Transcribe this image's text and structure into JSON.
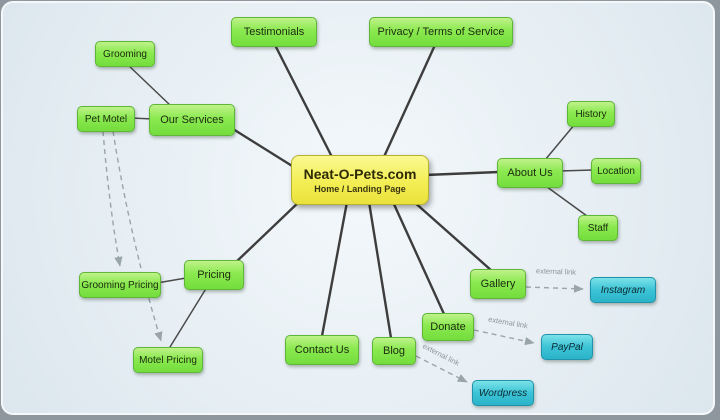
{
  "center": {
    "title": "Neat-O-Pets.com",
    "subtitle": "Home / Landing Page"
  },
  "nodes": {
    "testimonials": "Testimonials",
    "privacy": "Privacy / Terms of Service",
    "grooming": "Grooming",
    "pet_motel": "Pet Motel",
    "our_services": "Our Services",
    "about_us": "About Us",
    "history": "History",
    "location": "Location",
    "staff": "Staff",
    "gallery": "Gallery",
    "instagram": "Instagram",
    "pricing": "Pricing",
    "grooming_pricing": "Grooming Pricing",
    "motel_pricing": "Motel Pricing",
    "donate": "Donate",
    "paypal": "PayPal",
    "contact_us": "Contact Us",
    "blog": "Blog",
    "wordpress": "Wordpress"
  },
  "labels": {
    "external_link": "external link"
  },
  "colors": {
    "green_node": "#86e457",
    "teal_node": "#3cc3d6",
    "center_node": "#f3ee54",
    "edge": "#3d3d3d",
    "dashed_edge": "#9aa4ab",
    "background": "#e7eff4"
  }
}
